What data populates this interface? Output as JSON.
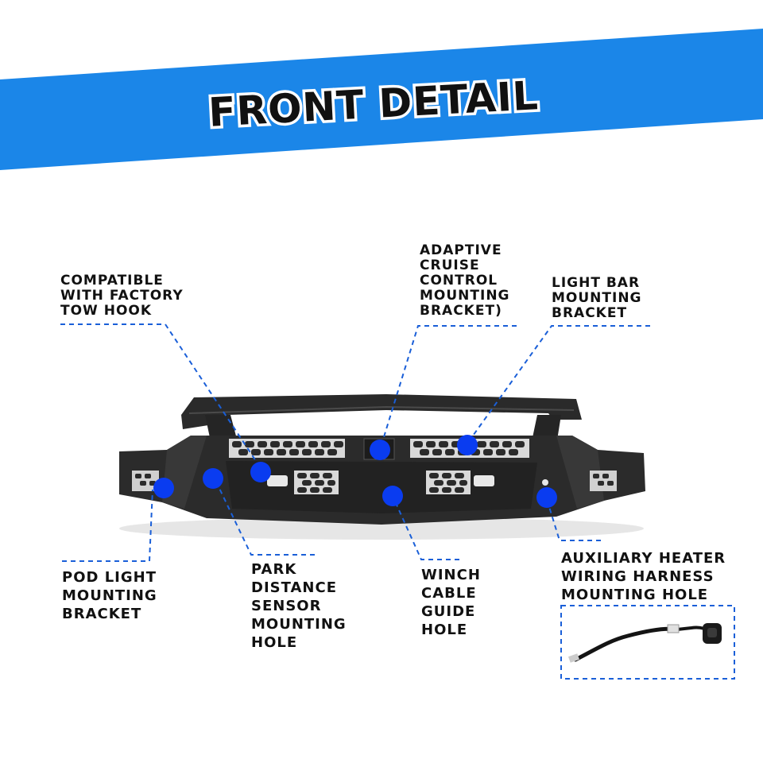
{
  "banner": {
    "title": "FRONT DETAIL",
    "color": "#1b86e8"
  },
  "accent_color": "#0a3cf0",
  "labels": {
    "tow_hook": [
      "COMPATIBLE",
      "WITH FACTORY",
      "TOW HOOK"
    ],
    "adaptive_cruise": [
      "ADAPTIVE",
      "CRUISE",
      "CONTROL",
      "MOUNTING",
      "BRACKET)"
    ],
    "light_bar": [
      "LIGHT BAR",
      "MOUNTING",
      "BRACKET"
    ],
    "pod_light": [
      "POD LIGHT",
      "MOUNTING",
      "BRACKET"
    ],
    "park_sensor": [
      "PARK",
      "DISTANCE",
      "SENSOR",
      "MOUNTING",
      "HOLE"
    ],
    "winch_cable": [
      "WINCH",
      "CABLE",
      "GUIDE",
      "HOLE"
    ],
    "aux_heater": [
      "AUXILIARY HEATER",
      "WIRING HARNESS",
      "MOUNTING HOLE"
    ]
  },
  "icons": {
    "product": "bumper-image",
    "inset": "wiring-harness-image"
  }
}
